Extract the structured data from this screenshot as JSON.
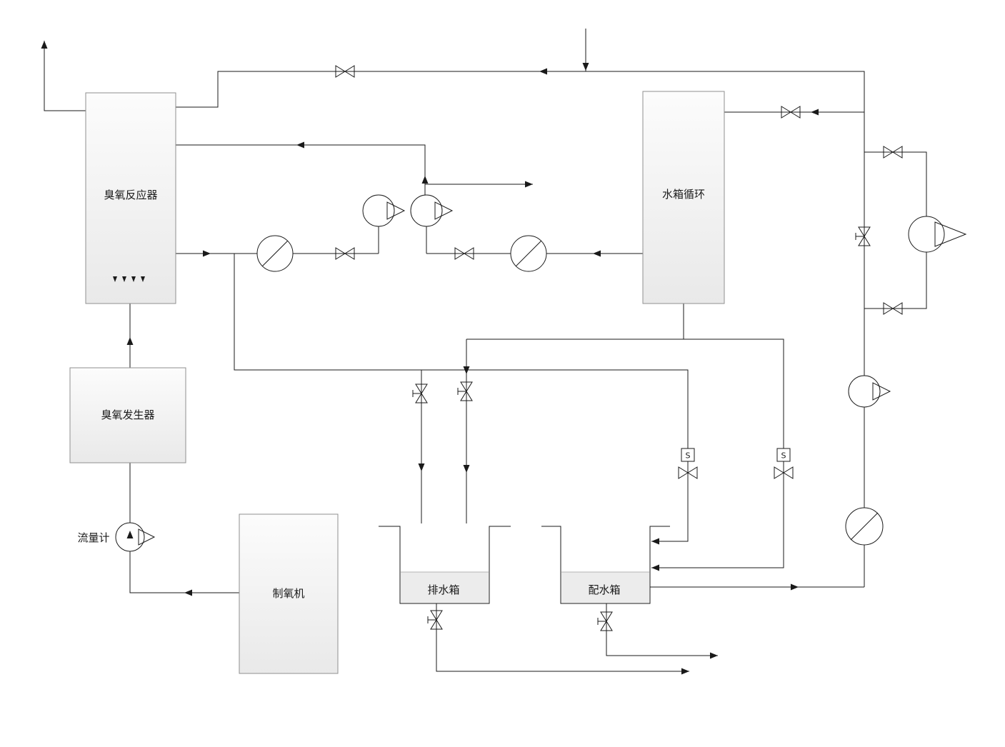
{
  "diagram": {
    "labels": {
      "ozone_reactor": "臭氧反应器",
      "water_tank_cycle": "水箱循环",
      "ozone_generator": "臭氧发生器",
      "oxygen_machine": "制氧机",
      "drain_tank": "排水箱",
      "distribution_tank": "配水箱",
      "flow_meter": "流量计",
      "solenoid_1": "S",
      "solenoid_2": "S"
    },
    "colors": {
      "line": "#1a1a1a",
      "box_border": "#8f8f8f",
      "box_fill_top": "#fcfcfc",
      "box_fill_bottom": "#e9e9e9",
      "tank_water": "#ececec",
      "background": "#ffffff"
    }
  }
}
